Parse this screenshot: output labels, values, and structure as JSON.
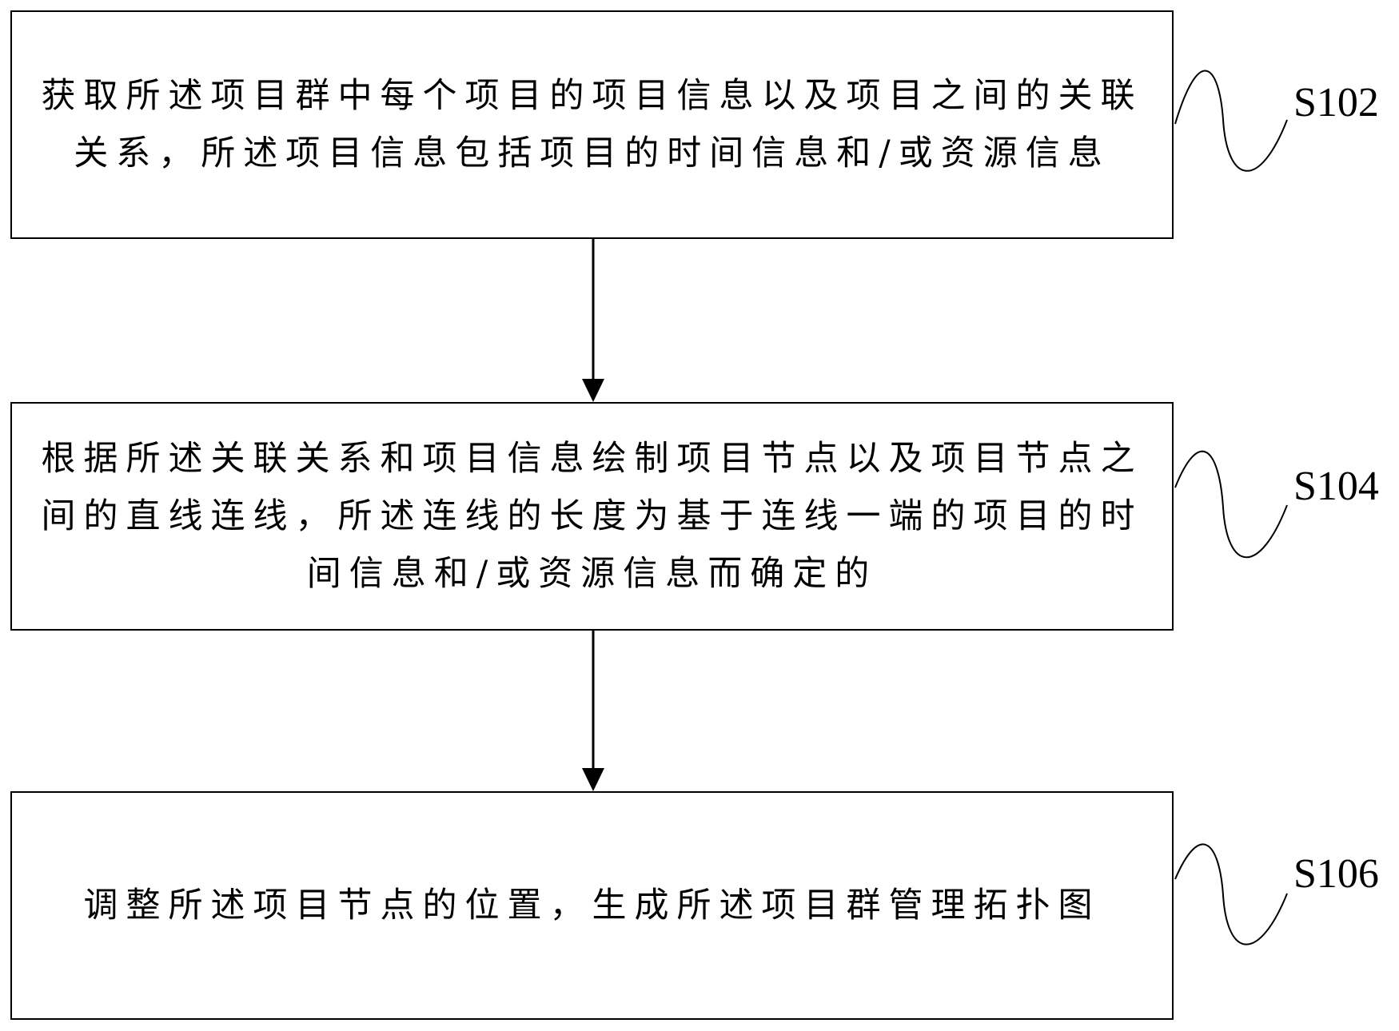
{
  "steps": [
    {
      "label": "S102",
      "text": "获取所述项目群中每个项目的项目信息以及项目之间的关联\n关系，所述项目信息包括项目的时间信息和/或资源信息"
    },
    {
      "label": "S104",
      "text": "根据所述关联关系和项目信息绘制项目节点以及项目节点之\n间的直线连线，所述连线的长度为基于连线一端的项目的时\n间信息和/或资源信息而确定的"
    },
    {
      "label": "S106",
      "text": "调整所述项目节点的位置，生成所述项目群管理拓扑图"
    }
  ]
}
